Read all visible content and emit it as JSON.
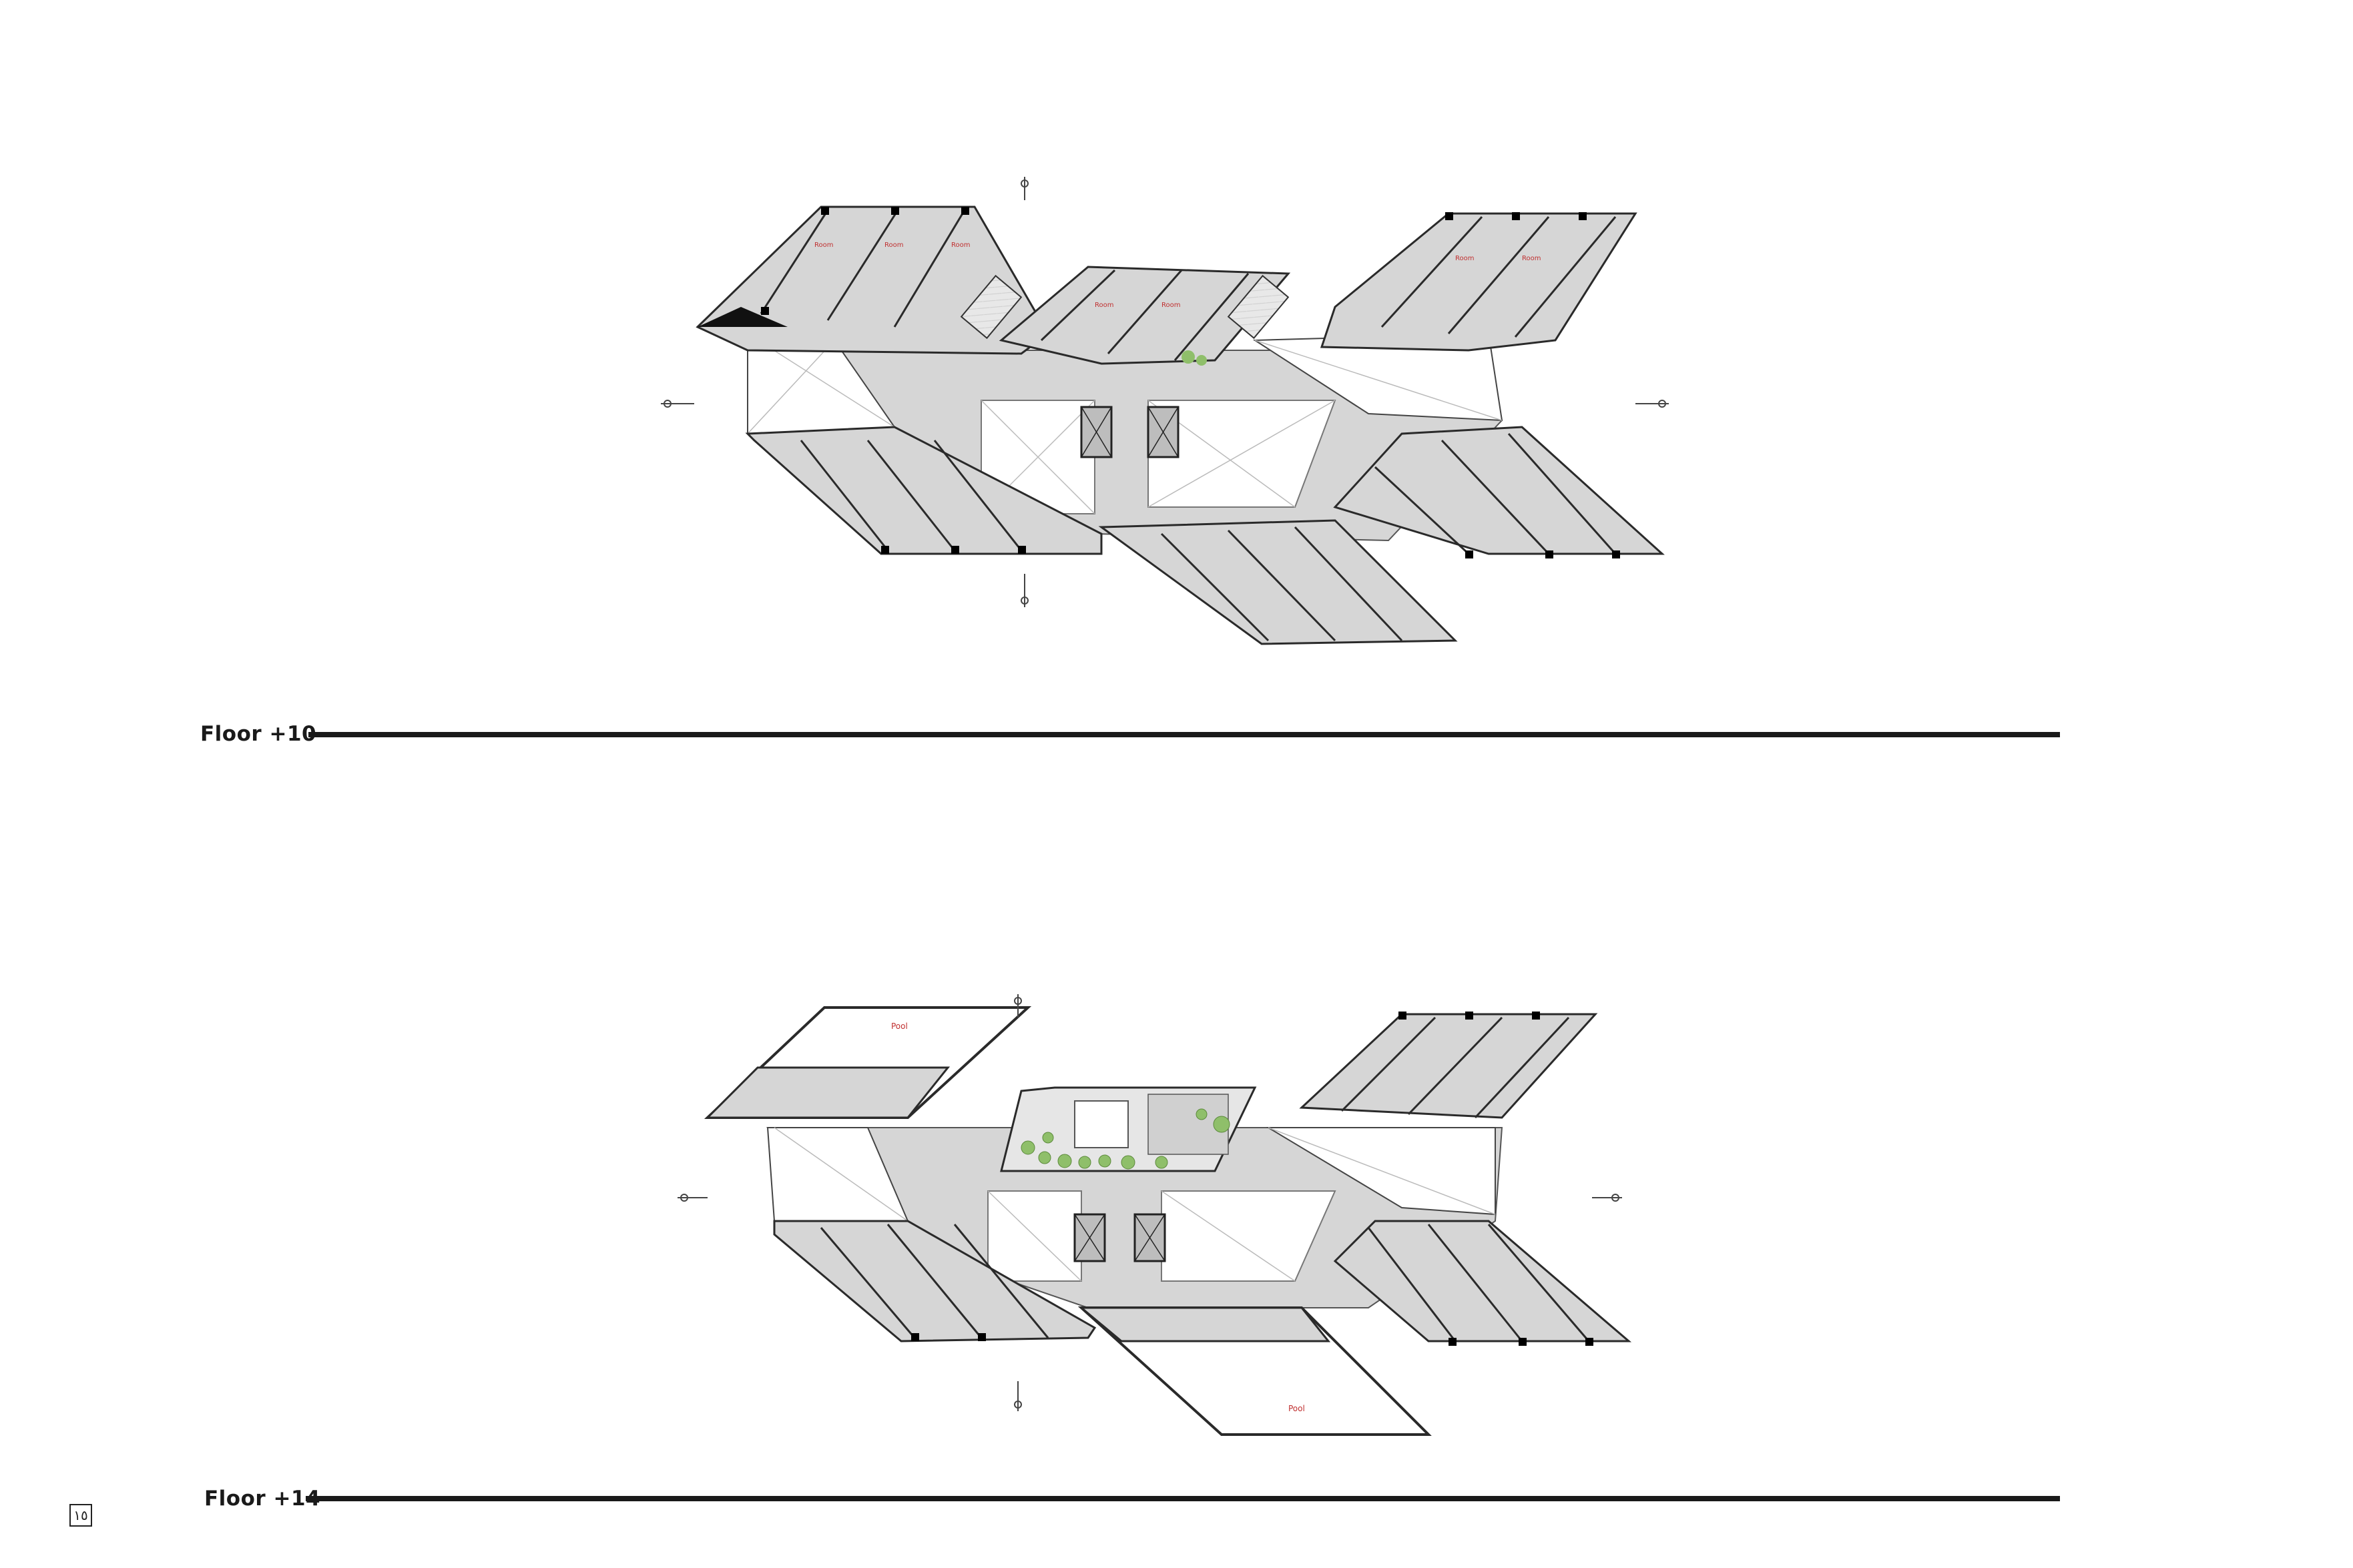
{
  "floors": [
    {
      "label": "Floor +10",
      "pool_label": ""
    },
    {
      "label": "Floor +14",
      "pool_label": "Pool"
    }
  ],
  "page_number": "١٥",
  "colors": {
    "floor_fill": "#d6d6d6",
    "void_fill": "#ffffff",
    "wall": "#2a2a2a",
    "column": "#000000",
    "room_text": "#c03030",
    "planter": "#8fbf6a"
  }
}
